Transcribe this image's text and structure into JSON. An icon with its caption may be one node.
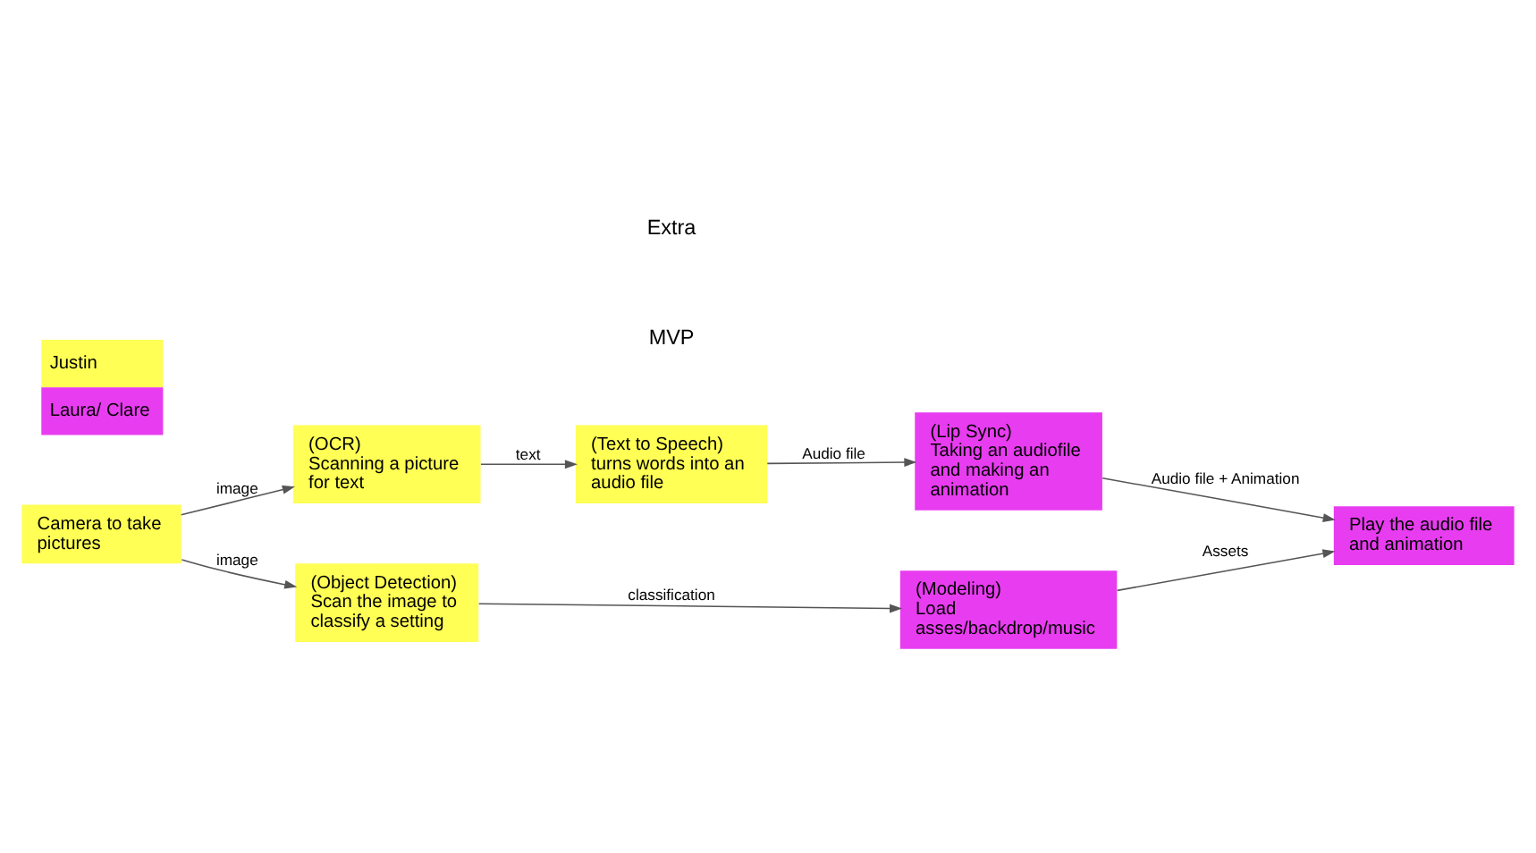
{
  "diagram": {
    "nodes": [
      {
        "text": [
          "Camera to take pictures"
        ]
      },
      {
        "text": [
          "(OCR)",
          "Scanning a picture for text"
        ]
      },
      {
        "text": [
          "(Text to Speech)",
          "turns words into an audio file"
        ]
      },
      {
        "text": [
          "(Lip Sync)",
          "Taking an audiofile and making an animation"
        ]
      },
      {
        "text": [
          "Play the audio file and animation"
        ]
      },
      {
        "text": [
          "(Object Detection)",
          "Scan the image to classify a setting"
        ]
      },
      {
        "text": [
          "(Modeling)",
          "Load asses/backdrop/music"
        ]
      }
    ],
    "edges": [
      {
        "from": 0,
        "to": 1,
        "arrow": "to",
        "label": "image"
      },
      {
        "from": 1,
        "to": 2,
        "arrow": "to",
        "label": "text"
      },
      {
        "from": 2,
        "to": 3,
        "arrow": "to",
        "label": "Audio file"
      },
      {
        "from": 3,
        "to": 4,
        "arrow": "to",
        "label": "Audio file + Animation"
      },
      {
        "from": 0,
        "to": 5,
        "arrow": "to",
        "label": "image"
      },
      {
        "from": 5,
        "to": 6,
        "arrow": "to",
        "label": "classification"
      },
      {
        "from": 6,
        "to": 4,
        "arrow": "to",
        "label": "Assets"
      }
    ],
    "labels": [
      "MVP",
      "Extra"
    ],
    "legend": [
      {
        "text": "Justin",
        "color": "#ffff55"
      },
      {
        "text": "Laura/ Clare",
        "color": "#e83cf0"
      }
    ]
  }
}
